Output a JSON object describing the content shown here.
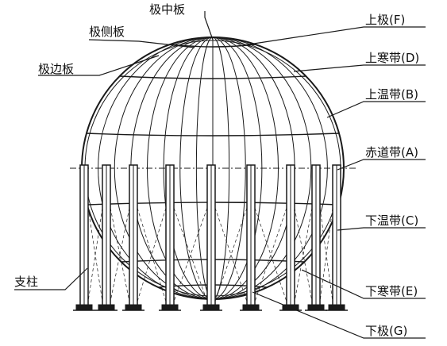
{
  "labels": {
    "polar_middle_plate": "极中板",
    "polar_side_plate": "极侧板",
    "polar_edge_plate": "极边板",
    "upper_pole": "上极(F)",
    "upper_cold_zone": "上寒带(D)",
    "upper_temperate_zone": "上温带(B)",
    "equator_zone": "赤道带(A)",
    "lower_temperate_zone": "下温带(C)",
    "support_column": "支柱",
    "lower_cold_zone": "下寒带(E)",
    "lower_pole": "下极(G)"
  }
}
